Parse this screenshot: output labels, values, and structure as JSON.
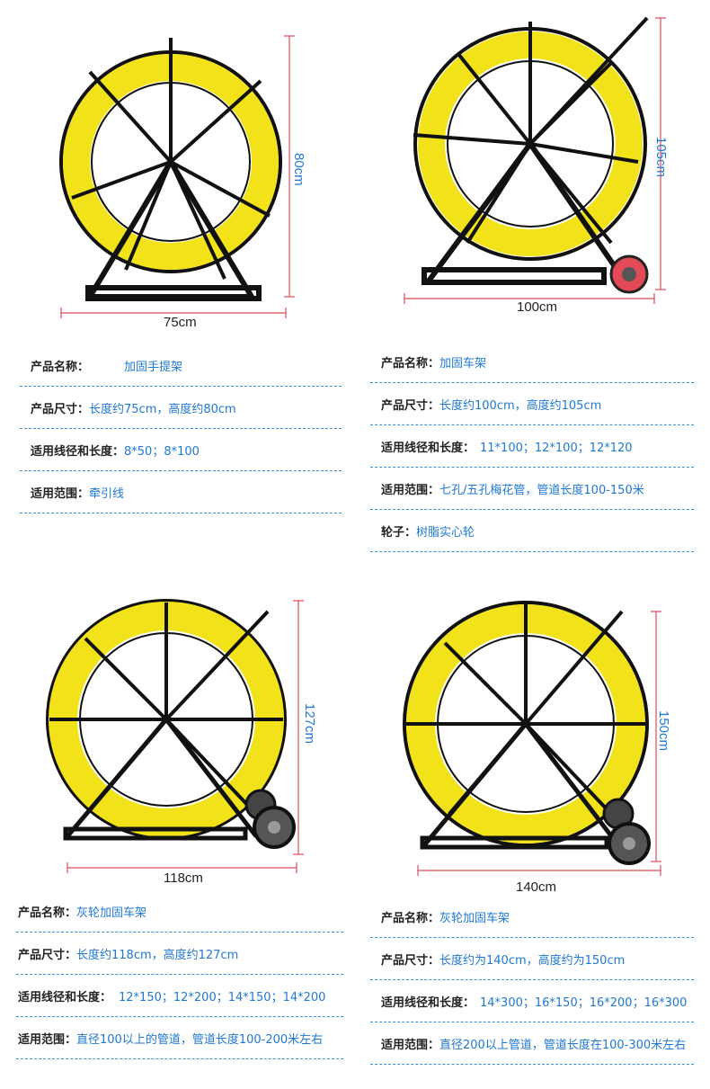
{
  "products": [
    {
      "id": "hand-frame",
      "dims": {
        "width": "75cm",
        "height": "80cm"
      },
      "specs": [
        {
          "label": "产品名称：",
          "value": "加固手提架"
        },
        {
          "label": "产品尺寸：",
          "value": "长度约75cm，高度约80cm"
        },
        {
          "label": "适用线径和长度：",
          "value": "8*50；8*100"
        },
        {
          "label": "适用范围：",
          "value": "牵引线"
        }
      ]
    },
    {
      "id": "cart-frame",
      "dims": {
        "width": "100cm",
        "height": "105cm"
      },
      "specs": [
        {
          "label": "产品名称：",
          "value": "加固车架"
        },
        {
          "label": "产品尺寸：",
          "value": "长度约100cm，高度约105cm"
        },
        {
          "label": "适用线径和长度：",
          "value": "11*100；12*100；12*120"
        },
        {
          "label": "适用范围：",
          "value": "七孔/五孔梅花管，管道长度100-150米"
        },
        {
          "label": "轮子：",
          "value": "树脂实心轮"
        }
      ]
    },
    {
      "id": "grey-wheel-118",
      "dims": {
        "width": "118cm",
        "height": "127cm"
      },
      "specs": [
        {
          "label": "产品名称：",
          "value": "灰轮加固车架"
        },
        {
          "label": "产品尺寸：",
          "value": "长度约118cm，高度约127cm"
        },
        {
          "label": "适用线径和长度：",
          "value": "12*150；12*200；14*150；14*200"
        },
        {
          "label": "适用范围：",
          "value": "直径100以上的管道，管道长度100-200米左右"
        }
      ]
    },
    {
      "id": "grey-wheel-140",
      "dims": {
        "width": "140cm",
        "height": "150cm"
      },
      "specs": [
        {
          "label": "产品名称：",
          "value": "灰轮加固车架"
        },
        {
          "label": "产品尺寸：",
          "value": "长度约为140cm，高度约为150cm"
        },
        {
          "label": "适用线径和长度：",
          "value": "14*300；16*150；16*200；16*300"
        },
        {
          "label": "适用范围：",
          "value": "直径200以上管道，管道长度在100-300米左右"
        }
      ]
    }
  ],
  "colors": {
    "reel_yellow": "#f2e21a",
    "frame_black": "#111111",
    "accent_blue": "#1f78d1",
    "dimension_red": "#e04a5a"
  }
}
